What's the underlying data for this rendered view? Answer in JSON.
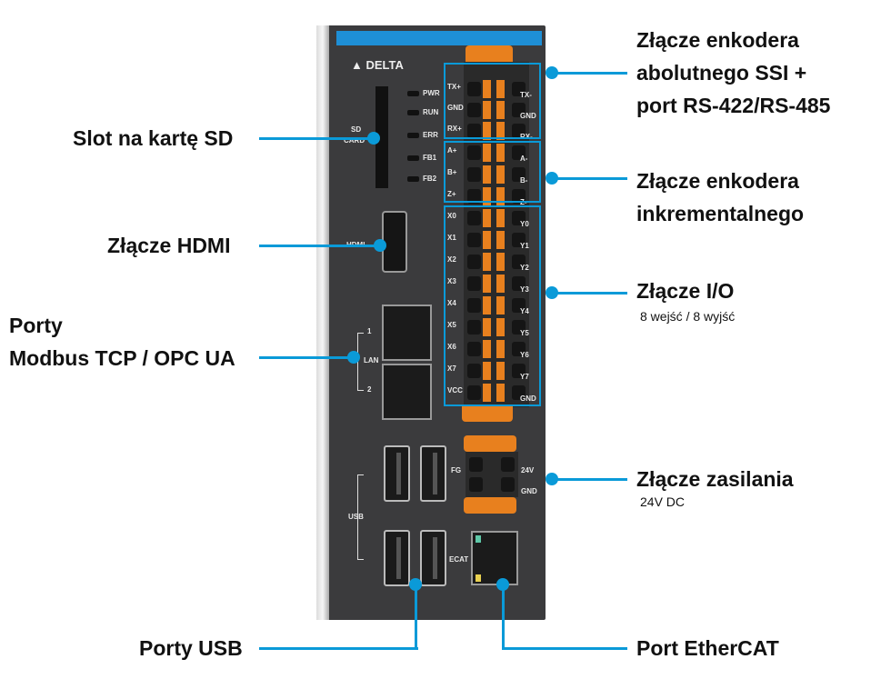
{
  "device": {
    "brand": "DELTA",
    "sd_label": [
      "SD",
      "CARD"
    ],
    "leds": [
      "PWR",
      "RUN",
      "ERR",
      "FB1",
      "FB2"
    ],
    "hdmi_label": "HDMI",
    "lan_label": "LAN",
    "lan_ports": [
      "1",
      "2"
    ],
    "usb_label": "USB",
    "ecat_label": "ECAT",
    "fg_label": "FG",
    "ssi_left": [
      "TX+",
      "GND",
      "RX+"
    ],
    "ssi_right": [
      "TX-",
      "GND",
      "RX-"
    ],
    "enc_left": [
      "A+",
      "B+",
      "Z+"
    ],
    "enc_right": [
      "A-",
      "B-",
      "Z-"
    ],
    "io_left": [
      "X0",
      "X1",
      "X2",
      "X3",
      "X4",
      "X5",
      "X6",
      "X7",
      "VCC"
    ],
    "io_right": [
      "Y0",
      "Y1",
      "Y2",
      "Y3",
      "Y4",
      "Y5",
      "Y6",
      "Y7",
      "GND"
    ],
    "power_right": [
      "24V",
      "GND"
    ]
  },
  "callouts": {
    "sd": "Slot na kartę SD",
    "hdmi": "Złącze HDMI",
    "ports": [
      "Porty",
      "Modbus TCP / OPC UA"
    ],
    "usb": "Porty USB",
    "ethercat": "Port EtherCAT",
    "ssi": [
      "Złącze enkodera",
      "abolutnego SSI +",
      "port RS-422/RS-485"
    ],
    "incremental": [
      "Złącze enkodera",
      "inkrementalnego"
    ],
    "io": "Złącze I/O",
    "io_sub": "8 wejść / 8 wyjść",
    "power": "Złącze zasilania",
    "power_sub": "24V DC"
  },
  "colors": {
    "accent": "#0a9ad8",
    "body": "#3b3b3d",
    "orange": "#e8801e"
  }
}
